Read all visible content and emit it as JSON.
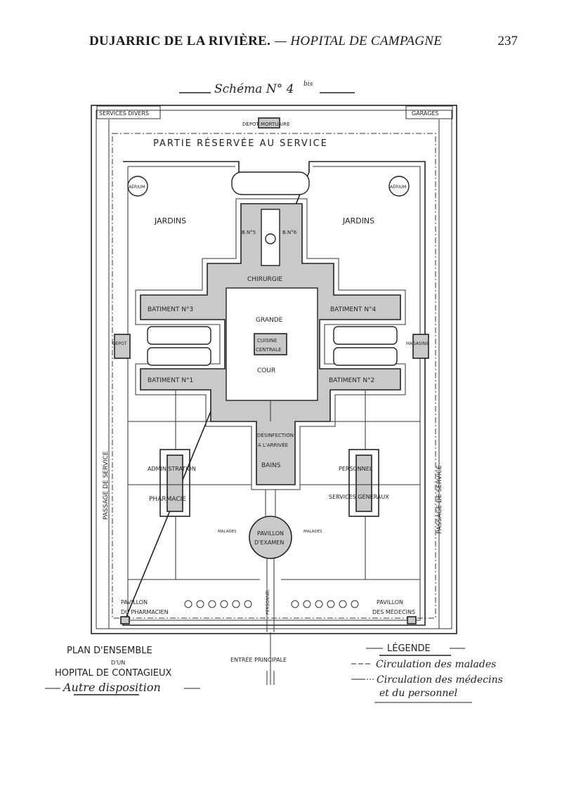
{
  "header": {
    "author": "DUJARRIC DE LA RIVIÈRE.",
    "title": "— HOPITAL DE CAMPAGNE",
    "page_number": "237"
  },
  "diagram": {
    "schema_title": "Schéma N° 4",
    "schema_sup": "bis",
    "labels": {
      "services_divers": "SERVICES DIVERS",
      "garages": "GARAGES",
      "depot_mortuaire": "DÉPOT MORTUAIRE",
      "partie_reservee": "PARTIE RÉSERVÉE AU SERVICE",
      "aerium_left": "AÉRIUM",
      "aerium_right": "AÉRIUM",
      "jardins_left": "JARDINS",
      "jardins_right": "JARDINS",
      "bn5": "B.N°5",
      "bn6": "B.N°6",
      "chirurgie": "CHIRURGIE",
      "batiment3": "BATIMENT N°3",
      "batiment4": "BATIMENT N°4",
      "batiment1": "BATIMENT N°1",
      "batiment2": "BATIMENT N°2",
      "grande": "GRANDE",
      "cuisine": "CUISINE",
      "centrale": "CENTRALE",
      "cour": "COUR",
      "depot": "DÉPOT",
      "magasins": "MAGASINS",
      "desinfection": "DÉSINFECTION",
      "a_larrivee": "A L'ARRIVÉE",
      "bains": "BAINS",
      "administration": "ADMINISTRATION",
      "pharmacie": "PHARMACIE",
      "personnel": "PERSONNEL",
      "services_generaux": "SERVICES GÉNÉRAUX",
      "pavillon": "PAVILLON",
      "dexamen": "D'EXAMEN",
      "malades_left": "MALADES",
      "malades_right": "MALADES",
      "passage_left": "PASSAGE DE SERVICE",
      "passage_right": "PASSAGE DE SERVICE",
      "pavillon_pharmacien_1": "PAVILLON",
      "pavillon_pharmacien_2": "DU PHARMACIEN",
      "pavillon_medecins_1": "PAVILLON",
      "pavillon_medecins_2": "DES MÉDECINS",
      "personnel_path": "PERSONNEL",
      "entree_principale": "ENTRÉE PRINCIPALE"
    },
    "caption": {
      "line1": "PLAN D'ENSEMBLE",
      "line2": "D'UN",
      "line3": "HOPITAL DE CONTAGIEUX",
      "line4": "Autre disposition"
    },
    "legend": {
      "title": "LÉGENDE",
      "item1": "Circulation des malades",
      "item2": "Circulation des médecins",
      "item2b": "et du personnel"
    }
  }
}
